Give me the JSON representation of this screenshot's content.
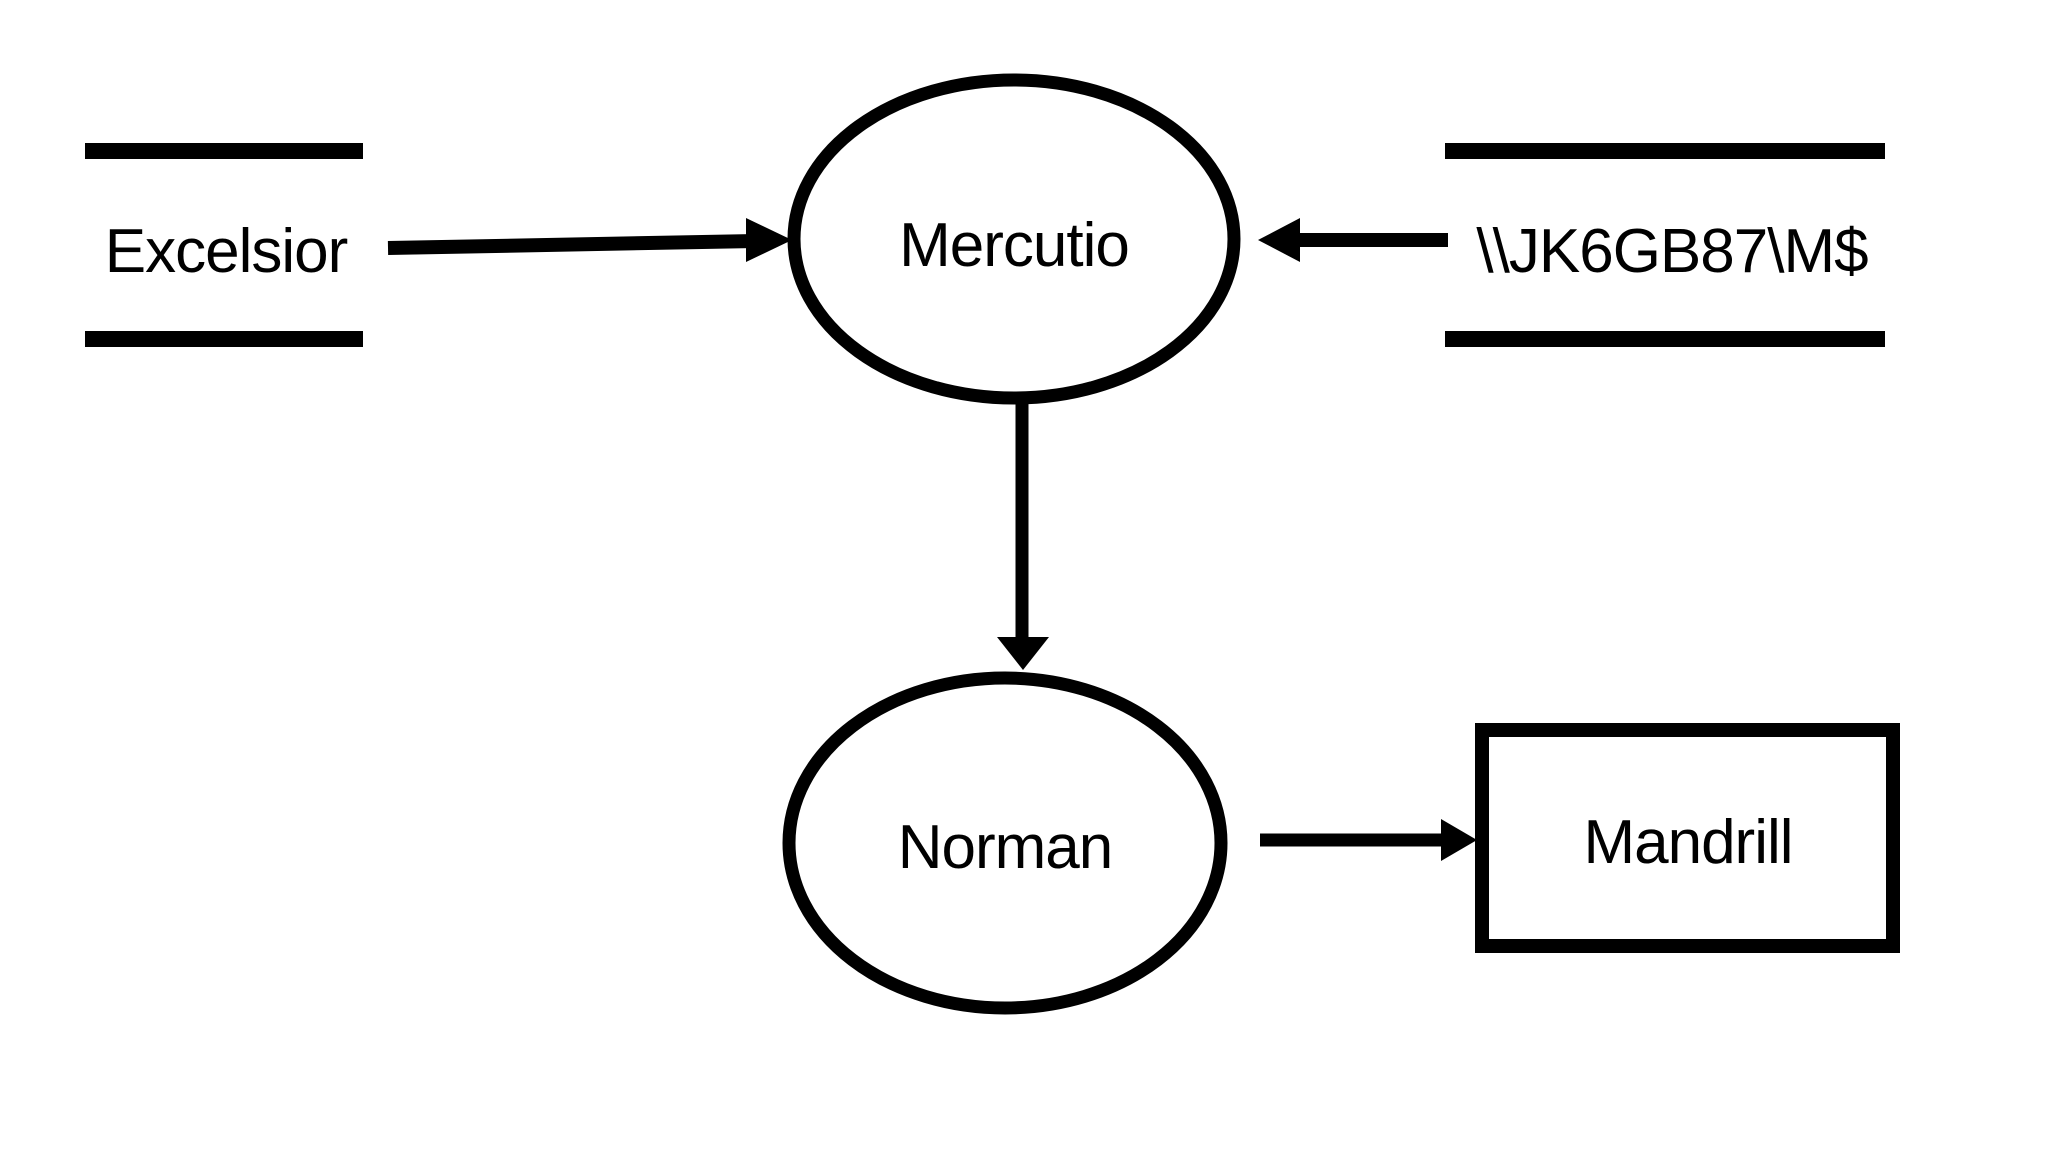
{
  "diagram": {
    "background_color": "#ffffff",
    "stroke_color": "#000000",
    "text_color": "#000000",
    "nodes": [
      {
        "id": "excelsior",
        "label": "Excelsior",
        "shape": "horizontal-bars"
      },
      {
        "id": "mercutio",
        "label": "Mercutio",
        "shape": "ellipse"
      },
      {
        "id": "jk6gb87-share",
        "label": "\\\\JK6GB87\\M$",
        "shape": "horizontal-bars"
      },
      {
        "id": "norman",
        "label": "Norman",
        "shape": "ellipse"
      },
      {
        "id": "mandrill",
        "label": "Mandrill",
        "shape": "rectangle"
      }
    ],
    "edges": [
      {
        "from": "Excelsior",
        "to": "Mercutio",
        "direction": "right"
      },
      {
        "from": "\\\\JK6GB87\\M$",
        "to": "Mercutio",
        "direction": "left"
      },
      {
        "from": "Mercutio",
        "to": "Norman",
        "direction": "down"
      },
      {
        "from": "Norman",
        "to": "Mandrill",
        "direction": "right"
      }
    ]
  }
}
